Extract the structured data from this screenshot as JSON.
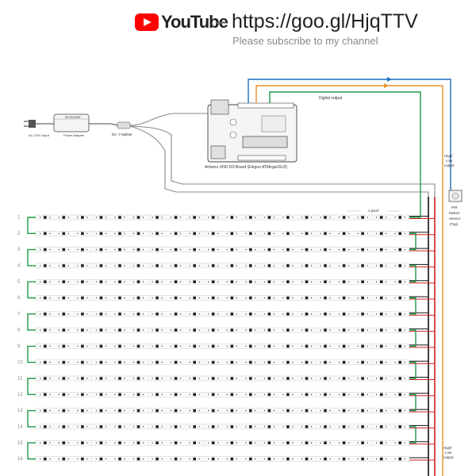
{
  "header": {
    "brand": "YouTube",
    "dash": "–",
    "url": "https://goo.gl/HjqTTV",
    "subscribe": "Please subscribe to my channel"
  },
  "labels": {
    "ac_input": "AC 110V Input",
    "adapter_top": "5V/10A 50W",
    "adapter_bottom": "Power Adapter",
    "splitter": "DC Y-Splitter",
    "arduino": "Arduino UNO R3 Board (Elegoo ATMega16U2)",
    "digital_output": "Digital output",
    "pir_out_top_1": "High/",
    "pir_out_top_2": "Low",
    "pir_out_top_3": "output",
    "pir_1": "PIR",
    "pir_2": "Motion",
    "pir_3": "Sensor",
    "pir_4": "(Top)",
    "pixel": "1 pixel",
    "pir_out_bot_1": "High/",
    "pir_out_bot_2": "Low",
    "pir_out_bot_3": "output"
  },
  "strip_rows": [
    "1",
    "2",
    "3",
    "4",
    "5",
    "6",
    "7",
    "8",
    "9",
    "10",
    "11",
    "12",
    "13",
    "14",
    "15",
    "16"
  ],
  "colors": {
    "signal_blue": "#1f6fbf",
    "orange": "#e8922a",
    "green": "#1a9a45",
    "black": "#111111",
    "red": "#cc2020",
    "strip": "#cccccc"
  }
}
